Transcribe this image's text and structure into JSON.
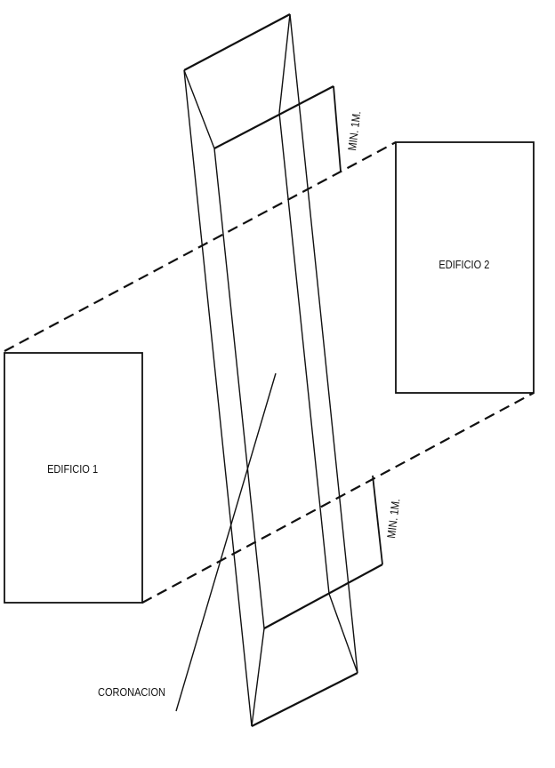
{
  "labels": {
    "building1": "EDIFICIO 1",
    "building2": "EDIFICIO 2",
    "dimension_top": "MIN. 1M.",
    "dimension_bottom": "MIN. 1M.",
    "crown": "CORONACION"
  }
}
